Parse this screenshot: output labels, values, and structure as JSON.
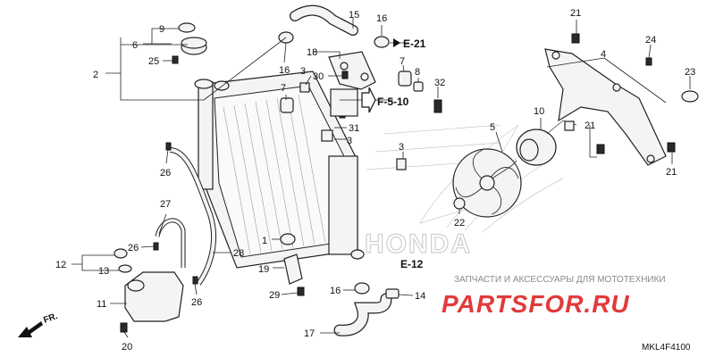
{
  "callouts": {
    "c1": "1",
    "c2": "2",
    "c3a": "3",
    "c3b": "3",
    "c3c": "3",
    "c4": "4",
    "c5": "5",
    "c6": "6",
    "c7a": "7",
    "c7b": "7",
    "c8": "8",
    "c9": "9",
    "c10": "10",
    "c11": "11",
    "c12": "12",
    "c13": "13",
    "c14": "14",
    "c15": "15",
    "c16a": "16",
    "c16b": "16",
    "c16c": "16",
    "c17": "17",
    "c18": "18",
    "c19": "19",
    "c20": "20",
    "c21a": "21",
    "c21b": "21",
    "c21c": "21",
    "c22": "22",
    "c23": "23",
    "c24": "24",
    "c25": "25",
    "c26a": "26",
    "c26b": "26",
    "c26c": "26",
    "c27": "27",
    "c28": "28",
    "c29": "29",
    "c30": "30",
    "c31": "31",
    "c32": "32"
  },
  "references": {
    "e21": "E-21",
    "f510": "F-5-10",
    "e12": "E-12",
    "fr": "FR."
  },
  "watermark": {
    "brand": "HONDA",
    "shop_caption": "ЗАПЧАСТИ И АКСЕССУАРЫ ДЛЯ МОТОТЕХНИКИ",
    "shop_logo": "PARTSFOR.RU"
  },
  "diagram_code": "MKL4F4100",
  "colors": {
    "logo_red": "#e23a3a",
    "caption_gray": "#8a8a8a",
    "watermark_gray": "#cfcfcf"
  }
}
